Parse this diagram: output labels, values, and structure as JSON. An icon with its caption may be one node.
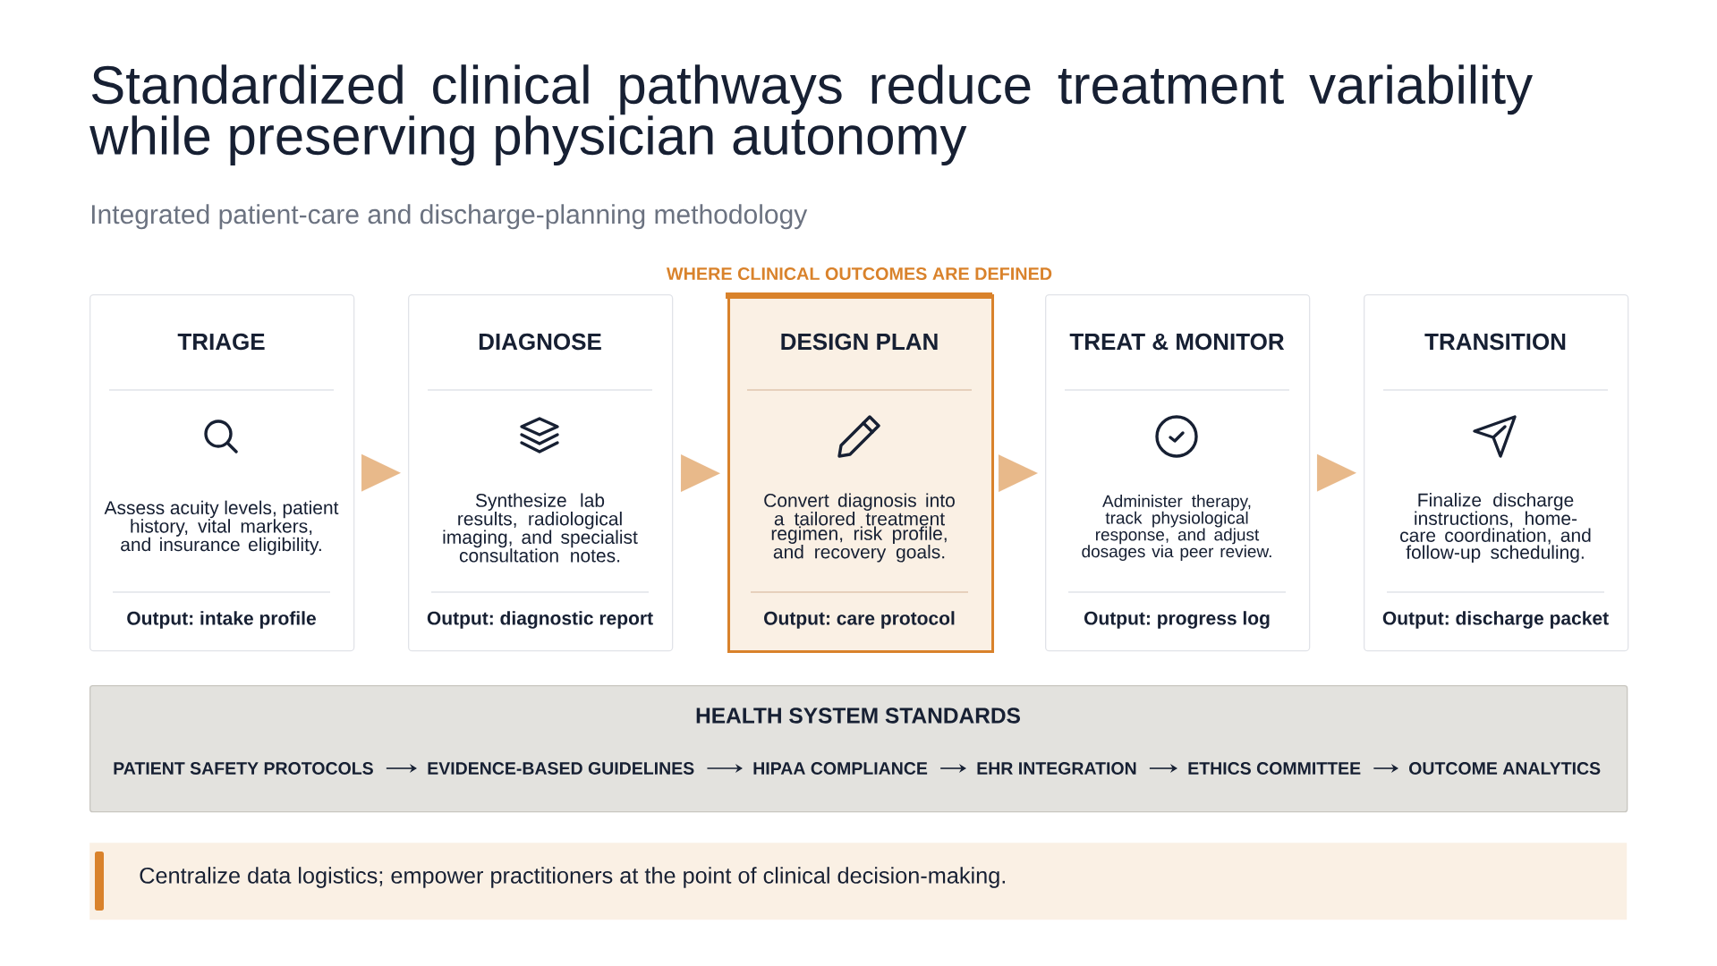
{
  "diagram": {
    "title": "Standardized clinical pathways reduce treatment variability while preserving physician autonomy",
    "caption": "Integrated patient-care and discharge-planning methodology",
    "nodes": [
      {
        "text": [
          "TRIAGE",
          "Assess acuity levels, patient history, vital markers, and insurance eligibility.",
          "Output: intake profile"
        ]
      },
      {
        "text": [
          "DIAGNOSE",
          "Synthesize lab results, radiological imaging, and specialist consultation notes.",
          "Output: diagnostic report"
        ]
      },
      {
        "text": [
          "DESIGN PLAN",
          "Convert diagnosis into a tailored treatment regimen, risk profile, and recovery goals.",
          "Output: care protocol"
        ],
        "beside": [
          "WHERE CLINICAL OUTCOMES ARE DEFINED"
        ]
      },
      {
        "text": [
          "TREAT & MONITOR",
          "Administer therapy, track physiological response, and adjust dosages via peer review.",
          "Output: progress log"
        ]
      },
      {
        "text": [
          "TRANSITION",
          "Finalize discharge instructions, home-care coordination, and follow-up scheduling.",
          "Output: discharge packet"
        ]
      },
      {
        "text": [
          "HEALTH SYSTEM STANDARDS"
        ]
      },
      {
        "text": [
          "PATIENT SAFETY PROTOCOLS"
        ],
        "in": 5
      },
      {
        "text": [
          "EVIDENCE-BASED GUIDELINES"
        ],
        "in": 5
      },
      {
        "text": [
          "HIPAA COMPLIANCE"
        ],
        "in": 5
      },
      {
        "text": [
          "EHR INTEGRATION"
        ],
        "in": 5
      },
      {
        "text": [
          "ETHICS COMMITTEE"
        ],
        "in": 5
      },
      {
        "text": [
          "OUTCOME ANALYTICS"
        ],
        "in": 5
      },
      {
        "text": [
          "Centralize data logistics; empower practitioners at the point of clinical decision-making."
        ]
      }
    ],
    "edges": [
      {
        "from": 0,
        "to": 1,
        "arrow": "to",
        "style": "thick",
        "color": "#e8b98a"
      },
      {
        "from": 1,
        "to": 2,
        "arrow": "to",
        "style": "thick",
        "color": "#e8b98a"
      },
      {
        "from": 2,
        "to": 3,
        "arrow": "to",
        "style": "thick",
        "color": "#e8b98a"
      },
      {
        "from": 3,
        "to": 4,
        "arrow": "to",
        "style": "thick",
        "color": "#e8b98a"
      },
      {
        "from": 6,
        "to": 7,
        "arrow": "to"
      },
      {
        "from": 7,
        "to": 8,
        "arrow": "to"
      },
      {
        "from": 8,
        "to": 9,
        "arrow": "to"
      },
      {
        "from": 9,
        "to": 10,
        "arrow": "to"
      },
      {
        "from": 10,
        "to": 11,
        "arrow": "to"
      }
    ]
  }
}
